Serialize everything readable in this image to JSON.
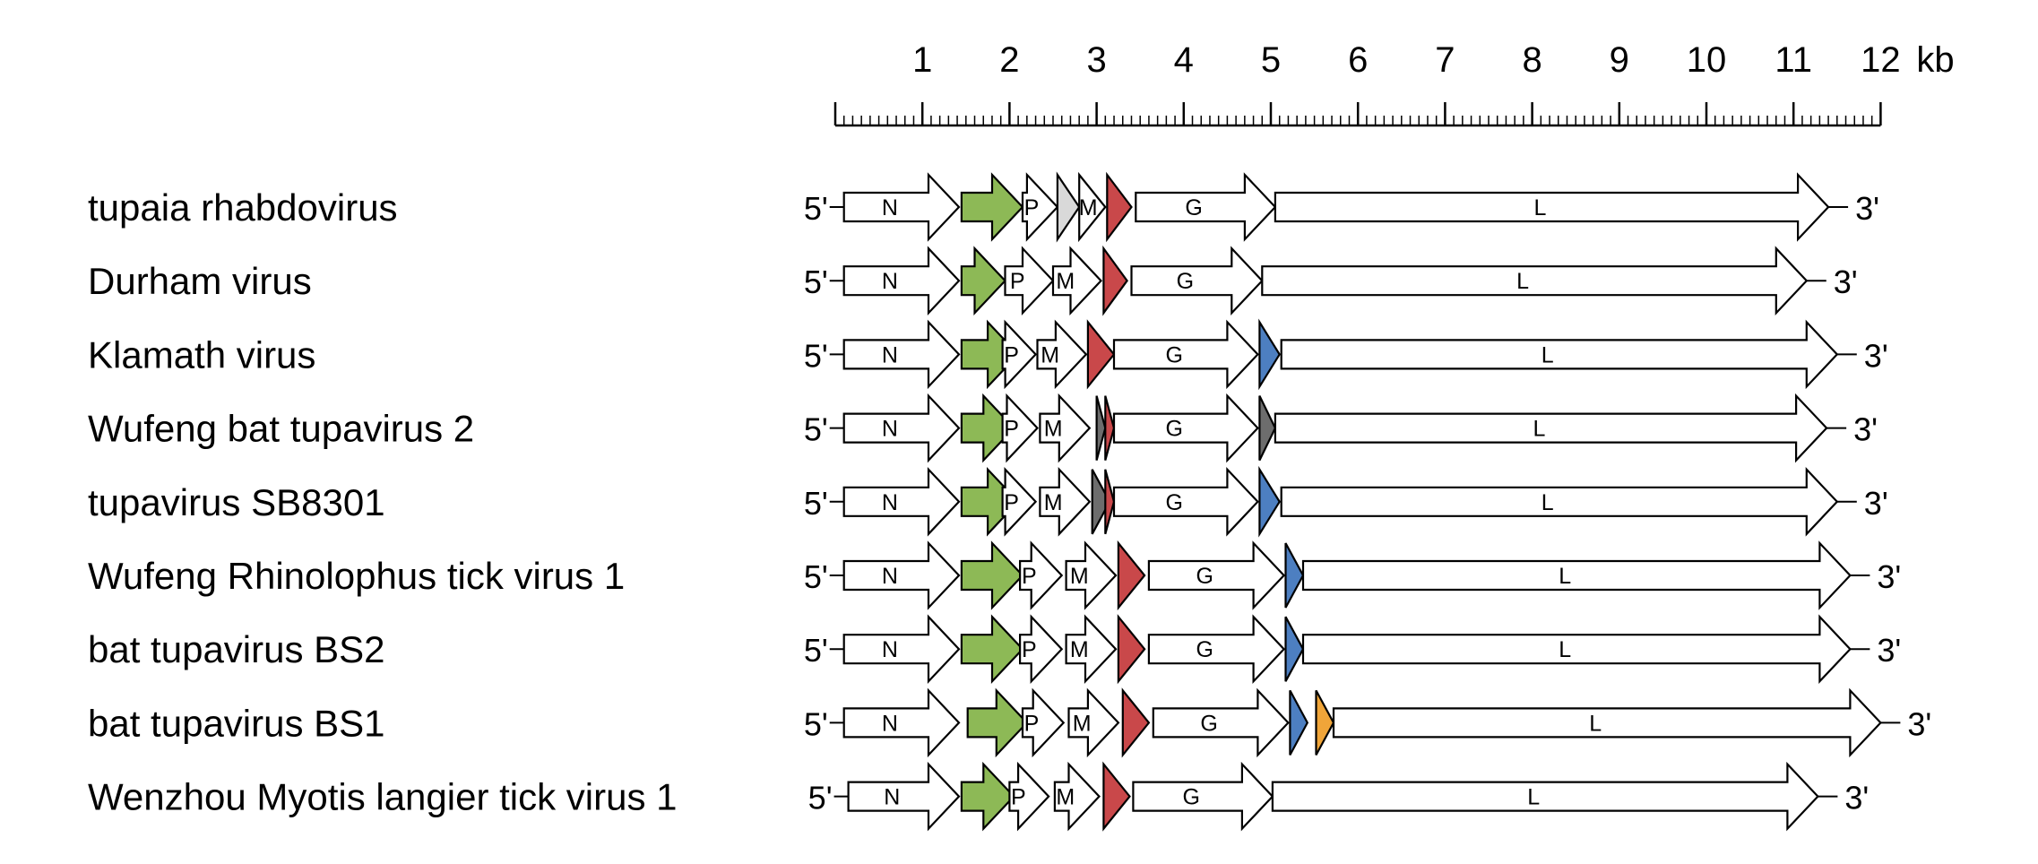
{
  "scale": {
    "unit_label": "kb",
    "ticks": [
      {
        "kb": 1,
        "label": "1"
      },
      {
        "kb": 2,
        "label": "2"
      },
      {
        "kb": 3,
        "label": "3"
      },
      {
        "kb": 4,
        "label": "4"
      },
      {
        "kb": 5,
        "label": "5"
      },
      {
        "kb": 6,
        "label": "6"
      },
      {
        "kb": 7,
        "label": "7"
      },
      {
        "kb": 8,
        "label": "8"
      },
      {
        "kb": 9,
        "label": "9"
      },
      {
        "kb": 10,
        "label": "10"
      },
      {
        "kb": 11,
        "label": "11"
      },
      {
        "kb": 12,
        "label": "12"
      }
    ],
    "minor_step_kb": 0.1,
    "range_kb": [
      0,
      12
    ]
  },
  "end_labels": {
    "five_prime": "5'",
    "three_prime": "3'"
  },
  "colors": {
    "white": "#ffffff",
    "green": "#8db956",
    "red": "#c9484a",
    "light_grey": "#d9d9d9",
    "dark_grey": "#6d6d6d",
    "blue": "#4d7fc1",
    "orange": "#f0a539"
  },
  "viruses": [
    {
      "name": "tupaia rhabdovirus",
      "genes": [
        {
          "label": "N",
          "start": 0.1,
          "end": 1.42,
          "color": "white"
        },
        {
          "label": "",
          "start": 1.45,
          "end": 2.15,
          "color": "green"
        },
        {
          "label": "P",
          "start": 2.15,
          "end": 2.55,
          "color": "white"
        },
        {
          "label": "",
          "start": 2.55,
          "end": 2.8,
          "color": "light_grey"
        },
        {
          "label": "M",
          "start": 2.8,
          "end": 3.1,
          "color": "white"
        },
        {
          "label": "",
          "start": 3.12,
          "end": 3.4,
          "color": "red"
        },
        {
          "label": "G",
          "start": 3.45,
          "end": 5.05,
          "color": "white"
        },
        {
          "label": "L",
          "start": 5.05,
          "end": 11.4,
          "color": "white"
        }
      ]
    },
    {
      "name": "Durham virus",
      "genes": [
        {
          "label": "N",
          "start": 0.1,
          "end": 1.42,
          "color": "white"
        },
        {
          "label": "",
          "start": 1.45,
          "end": 1.95,
          "color": "green"
        },
        {
          "label": "P",
          "start": 1.95,
          "end": 2.5,
          "color": "white"
        },
        {
          "label": "M",
          "start": 2.5,
          "end": 3.05,
          "color": "white"
        },
        {
          "label": "",
          "start": 3.08,
          "end": 3.35,
          "color": "red"
        },
        {
          "label": "G",
          "start": 3.4,
          "end": 4.9,
          "color": "white"
        },
        {
          "label": "L",
          "start": 4.9,
          "end": 11.15,
          "color": "white"
        }
      ]
    },
    {
      "name": "Klamath virus",
      "genes": [
        {
          "label": "N",
          "start": 0.1,
          "end": 1.42,
          "color": "white"
        },
        {
          "label": "",
          "start": 1.45,
          "end": 2.1,
          "color": "green"
        },
        {
          "label": "P",
          "start": 1.92,
          "end": 2.3,
          "color": "white"
        },
        {
          "label": "M",
          "start": 2.32,
          "end": 2.88,
          "color": "white"
        },
        {
          "label": "",
          "start": 2.9,
          "end": 3.2,
          "color": "red"
        },
        {
          "label": "G",
          "start": 3.2,
          "end": 4.85,
          "color": "white"
        },
        {
          "label": "",
          "start": 4.87,
          "end": 5.1,
          "color": "blue"
        },
        {
          "label": "L",
          "start": 5.12,
          "end": 11.5,
          "color": "white"
        }
      ]
    },
    {
      "name": "Wufeng bat tupavirus 2",
      "genes": [
        {
          "label": "N",
          "start": 0.1,
          "end": 1.42,
          "color": "white"
        },
        {
          "label": "",
          "start": 1.45,
          "end": 2.05,
          "color": "green"
        },
        {
          "label": "P",
          "start": 1.92,
          "end": 2.32,
          "color": "white"
        },
        {
          "label": "M",
          "start": 2.35,
          "end": 2.92,
          "color": "white"
        },
        {
          "label": "",
          "start": 3.0,
          "end": 3.1,
          "color": "dark_grey"
        },
        {
          "label": "",
          "start": 3.1,
          "end": 3.2,
          "color": "red"
        },
        {
          "label": "G",
          "start": 3.2,
          "end": 4.85,
          "color": "white"
        },
        {
          "label": "",
          "start": 4.87,
          "end": 5.05,
          "color": "dark_grey"
        },
        {
          "label": "L",
          "start": 5.05,
          "end": 11.38,
          "color": "white"
        }
      ]
    },
    {
      "name": "tupavirus SB8301",
      "genes": [
        {
          "label": "N",
          "start": 0.1,
          "end": 1.42,
          "color": "white"
        },
        {
          "label": "",
          "start": 1.45,
          "end": 2.1,
          "color": "green"
        },
        {
          "label": "P",
          "start": 1.92,
          "end": 2.3,
          "color": "white"
        },
        {
          "label": "M",
          "start": 2.35,
          "end": 2.92,
          "color": "white"
        },
        {
          "label": "",
          "start": 2.95,
          "end": 3.15,
          "color": "dark_grey"
        },
        {
          "label": "",
          "start": 3.1,
          "end": 3.2,
          "color": "red"
        },
        {
          "label": "G",
          "start": 3.2,
          "end": 4.85,
          "color": "white"
        },
        {
          "label": "",
          "start": 4.87,
          "end": 5.1,
          "color": "blue"
        },
        {
          "label": "L",
          "start": 5.12,
          "end": 11.5,
          "color": "white"
        }
      ]
    },
    {
      "name": "Wufeng Rhinolophus tick virus 1",
      "genes": [
        {
          "label": "N",
          "start": 0.1,
          "end": 1.42,
          "color": "white"
        },
        {
          "label": "",
          "start": 1.45,
          "end": 2.15,
          "color": "green"
        },
        {
          "label": "P",
          "start": 2.12,
          "end": 2.6,
          "color": "white"
        },
        {
          "label": "M",
          "start": 2.65,
          "end": 3.22,
          "color": "white"
        },
        {
          "label": "",
          "start": 3.25,
          "end": 3.55,
          "color": "red"
        },
        {
          "label": "G",
          "start": 3.6,
          "end": 5.15,
          "color": "white"
        },
        {
          "label": "",
          "start": 5.17,
          "end": 5.37,
          "color": "blue"
        },
        {
          "label": "L",
          "start": 5.37,
          "end": 11.65,
          "color": "white"
        }
      ]
    },
    {
      "name": "bat tupavirus BS2",
      "genes": [
        {
          "label": "N",
          "start": 0.1,
          "end": 1.42,
          "color": "white"
        },
        {
          "label": "",
          "start": 1.45,
          "end": 2.15,
          "color": "green"
        },
        {
          "label": "P",
          "start": 2.12,
          "end": 2.6,
          "color": "white"
        },
        {
          "label": "M",
          "start": 2.65,
          "end": 3.22,
          "color": "white"
        },
        {
          "label": "",
          "start": 3.25,
          "end": 3.55,
          "color": "red"
        },
        {
          "label": "G",
          "start": 3.6,
          "end": 5.15,
          "color": "white"
        },
        {
          "label": "",
          "start": 5.17,
          "end": 5.37,
          "color": "blue"
        },
        {
          "label": "L",
          "start": 5.37,
          "end": 11.65,
          "color": "white"
        }
      ]
    },
    {
      "name": "bat tupavirus BS1",
      "genes": [
        {
          "label": "N",
          "start": 0.1,
          "end": 1.42,
          "color": "white"
        },
        {
          "label": "",
          "start": 1.52,
          "end": 2.2,
          "color": "green"
        },
        {
          "label": "P",
          "start": 2.15,
          "end": 2.62,
          "color": "white"
        },
        {
          "label": "M",
          "start": 2.68,
          "end": 3.25,
          "color": "white"
        },
        {
          "label": "",
          "start": 3.3,
          "end": 3.6,
          "color": "red"
        },
        {
          "label": "G",
          "start": 3.65,
          "end": 5.2,
          "color": "white"
        },
        {
          "label": "",
          "start": 5.22,
          "end": 5.42,
          "color": "blue"
        },
        {
          "label": "",
          "start": 5.52,
          "end": 5.72,
          "color": "orange"
        },
        {
          "label": "L",
          "start": 5.72,
          "end": 12.0,
          "color": "white"
        }
      ]
    },
    {
      "name": "Wenzhou Myotis langier tick virus 1",
      "genes": [
        {
          "label": "N",
          "start": 0.15,
          "end": 1.42,
          "color": "white"
        },
        {
          "label": "",
          "start": 1.45,
          "end": 2.05,
          "color": "green"
        },
        {
          "label": "P",
          "start": 2.0,
          "end": 2.45,
          "color": "white"
        },
        {
          "label": "M",
          "start": 2.52,
          "end": 3.03,
          "color": "white"
        },
        {
          "label": "",
          "start": 3.08,
          "end": 3.38,
          "color": "red"
        },
        {
          "label": "G",
          "start": 3.42,
          "end": 5.02,
          "color": "white"
        },
        {
          "label": "L",
          "start": 5.02,
          "end": 11.28,
          "color": "white"
        }
      ]
    }
  ]
}
